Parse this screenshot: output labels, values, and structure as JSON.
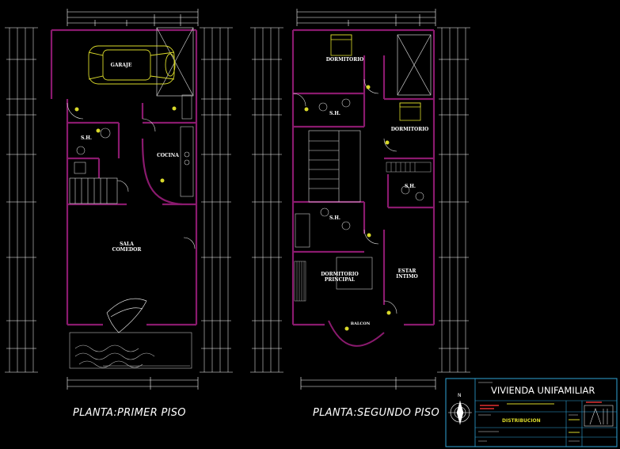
{
  "plans": {
    "first_floor_title": "PLANTA:PRIMER PISO",
    "second_floor_title": "PLANTA:SEGUNDO PISO"
  },
  "rooms_first_floor": {
    "garage": "GARAJE",
    "bath": "S.H.",
    "kitchen": "COCINA",
    "living_1": "SALA",
    "living_2": "COMEDOR"
  },
  "rooms_second_floor": {
    "bedroom_1": "DORMITORIO",
    "bedroom_2": "DORMITORIO",
    "bath_1": "S.H.",
    "bath_2": "S.H.",
    "bath_3": "S.H.",
    "master_1": "DORMITORIO",
    "master_2": "PRINCIPAL",
    "family_1": "ESTAR",
    "family_2": "INTIMO",
    "balcony": "BALCON"
  },
  "title_block": {
    "project": "VIVIENDA UNIFAMILIAR",
    "sheet_label": "DISTRIBUCION",
    "compass_label": "N"
  },
  "colors": {
    "background": "#000000",
    "walls": "#8a1a6e",
    "dimension_lines": "#ffffff",
    "axis_lines": "#e6e6e6",
    "car": "#d9d92a",
    "fixtures": "#c8c8c8",
    "title_block_frame": "#2fa3d6",
    "title_block_red": "#e03030",
    "fixture_accent": "#1aa0e0"
  },
  "icons": {
    "compass": "north-arrow-icon",
    "logo": "architect-logo-icon"
  }
}
